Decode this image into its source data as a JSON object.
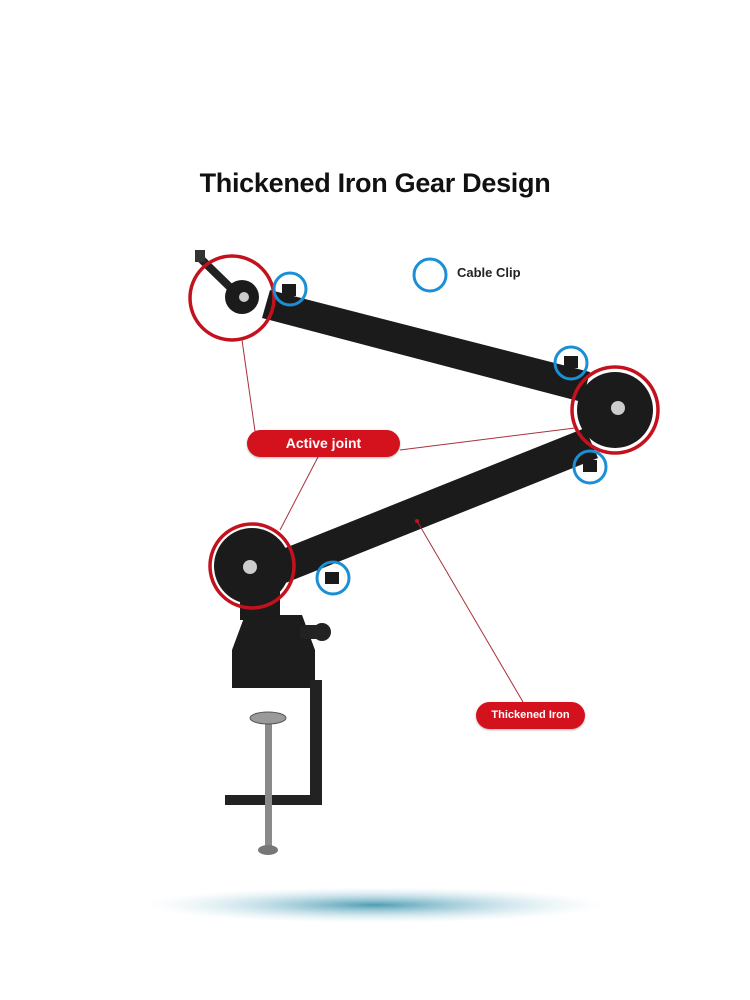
{
  "title": "Thickened Iron Gear Design",
  "legend": {
    "cable_clip_label": "Cable Clip"
  },
  "callouts": {
    "active_joint": "Active joint",
    "thickened_iron": "Thickened Iron"
  },
  "colors": {
    "accent_red": "#d4121e",
    "clip_blue": "#1a8fd6",
    "arm_black": "#1b1b1b"
  }
}
